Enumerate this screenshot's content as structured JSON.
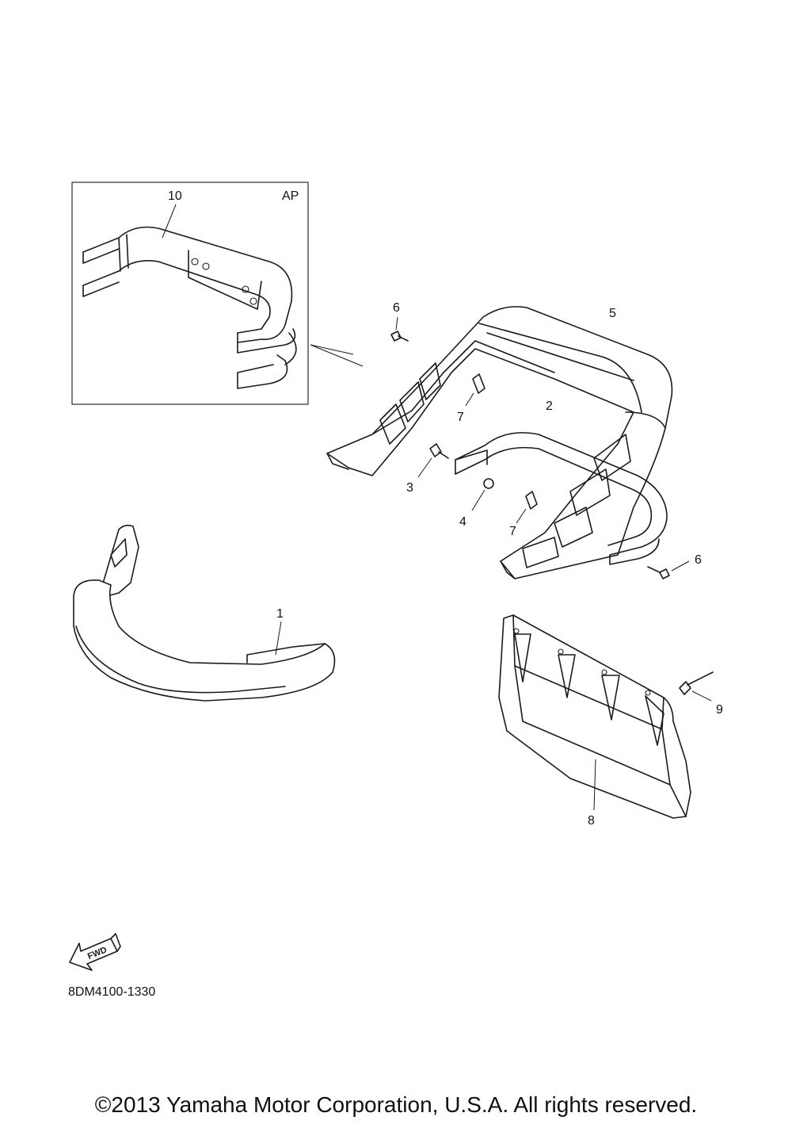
{
  "inset": {
    "label": "AP",
    "part_number": "10"
  },
  "callouts": [
    "1",
    "2",
    "3",
    "4",
    "5",
    "6",
    "6",
    "7",
    "7",
    "8",
    "9"
  ],
  "fwd_badge": "FWD",
  "diagram_code": "8DM4100-1330",
  "copyright": "©2013 Yamaha Motor Corporation, U.S.A. All rights reserved.",
  "colors": {
    "line": "#1a1a1a",
    "background": "#ffffff"
  }
}
